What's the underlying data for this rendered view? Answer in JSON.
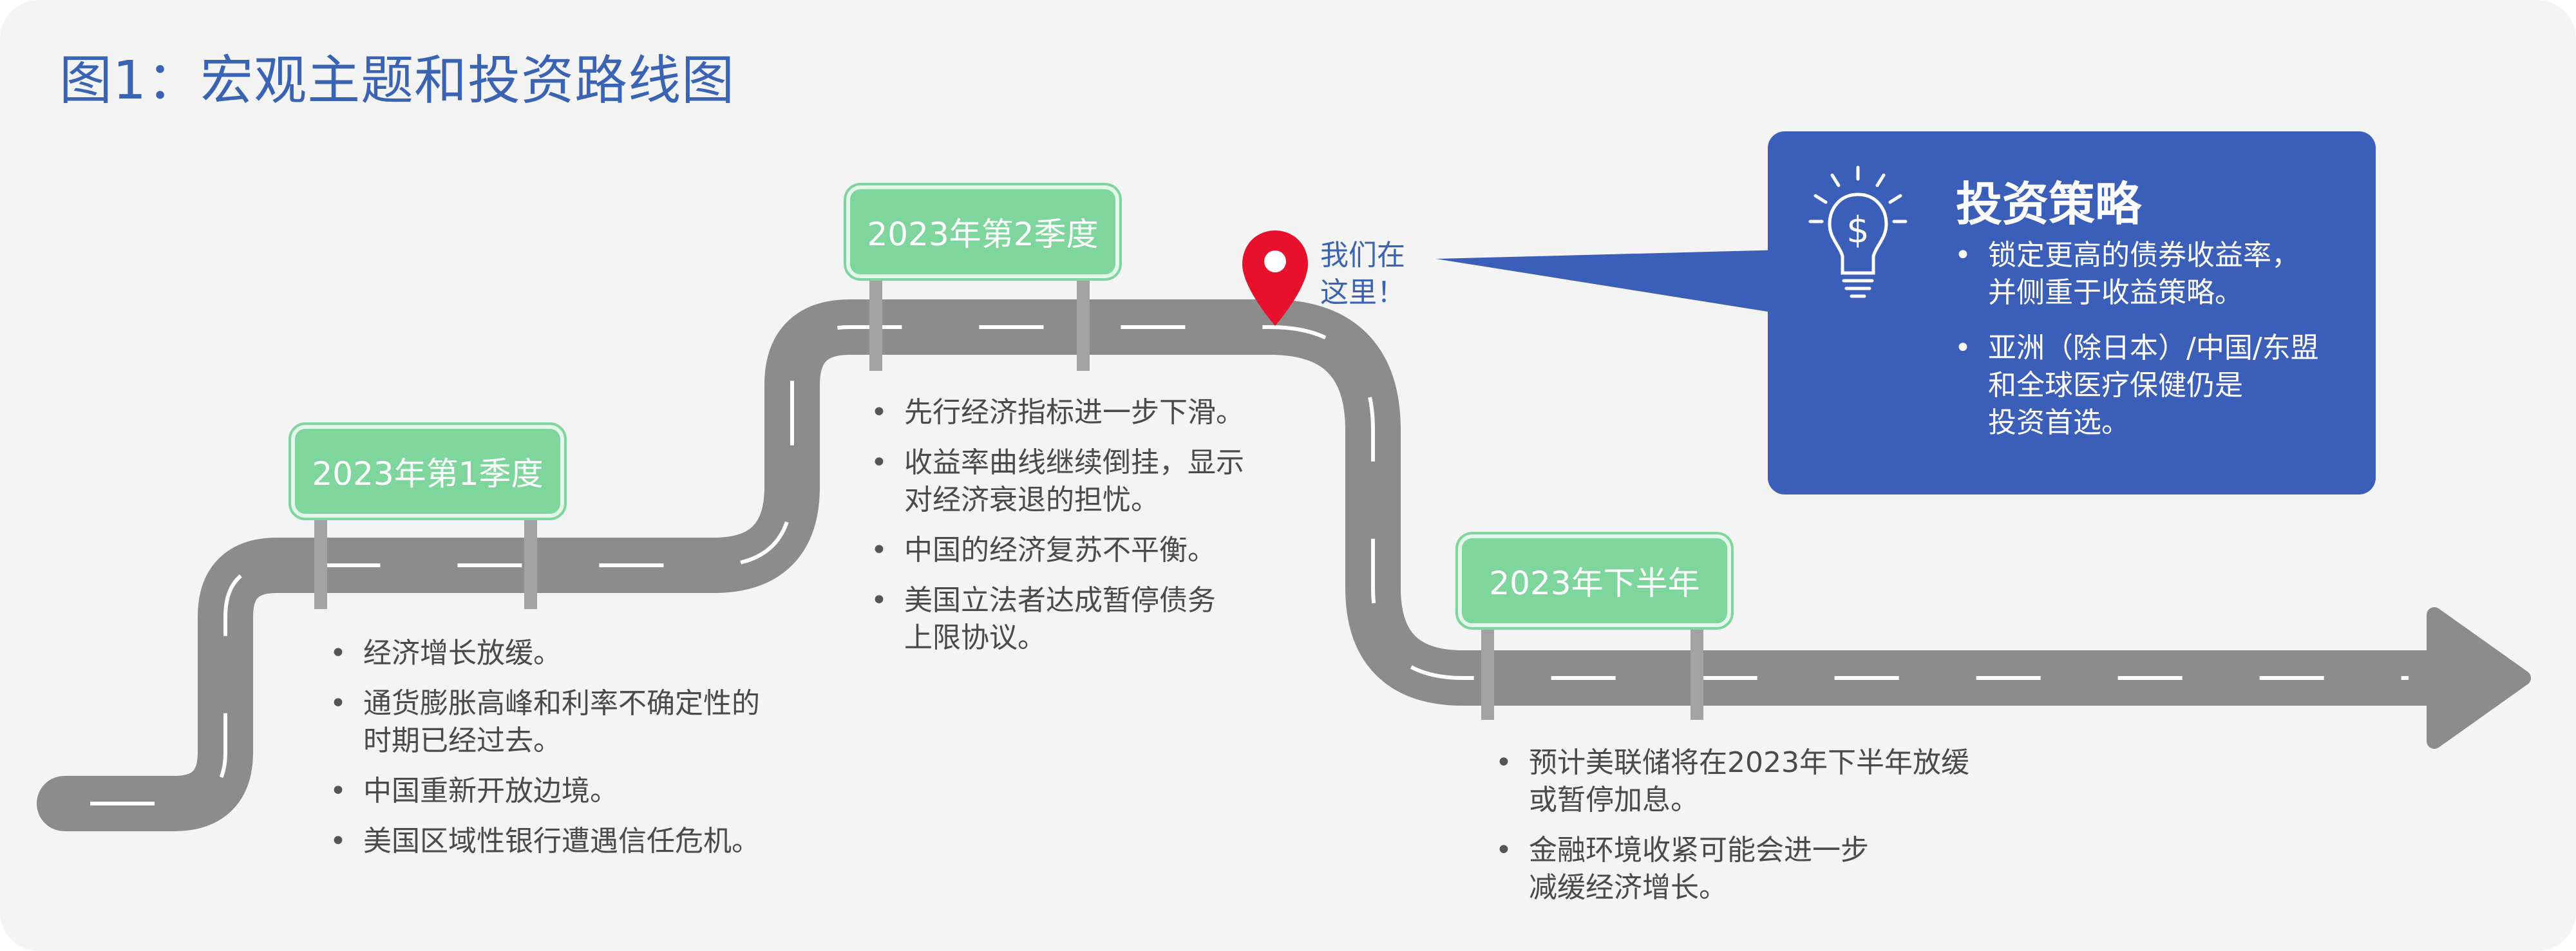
{
  "title": "图1：宏观主题和投资路线图",
  "colors": {
    "title": "#3a63b3",
    "road": "#8c8c8c",
    "sign": "#7fd69c",
    "strategy_bg": "#3b5fb8",
    "pin": "#e8112d"
  },
  "milestones": [
    {
      "label": "2023年第1季度",
      "bullets": [
        "经济增长放缓。",
        "通货膨胀高峰和利率不确定性的\n时期已经过去。",
        "中国重新开放边境。",
        "美国区域性银行遭遇信任危机。"
      ]
    },
    {
      "label": "2023年第2季度",
      "bullets": [
        "先行经济指标进一步下滑。",
        "收益率曲线继续倒挂，显示\n对经济衰退的担忧。",
        "中国的经济复苏不平衡。",
        "美国立法者达成暂停债务\n上限协议。"
      ]
    },
    {
      "label": "2023年下半年",
      "bullets": [
        "预计美联储将在2023年下半年放缓\n或暂停加息。",
        "金融环境收紧可能会进一步\n减缓经济增长。"
      ]
    }
  ],
  "marker": {
    "icon": "location-pin-icon",
    "label": "我们在\n这里！"
  },
  "strategy": {
    "icon": "lightbulb-dollar-icon",
    "title": "投资策略",
    "bullets": [
      "锁定更高的债券收益率，\n并侧重于收益策略。",
      "亚洲（除日本）/中国/东盟\n和全球医疗保健仍是\n投资首选。"
    ]
  }
}
